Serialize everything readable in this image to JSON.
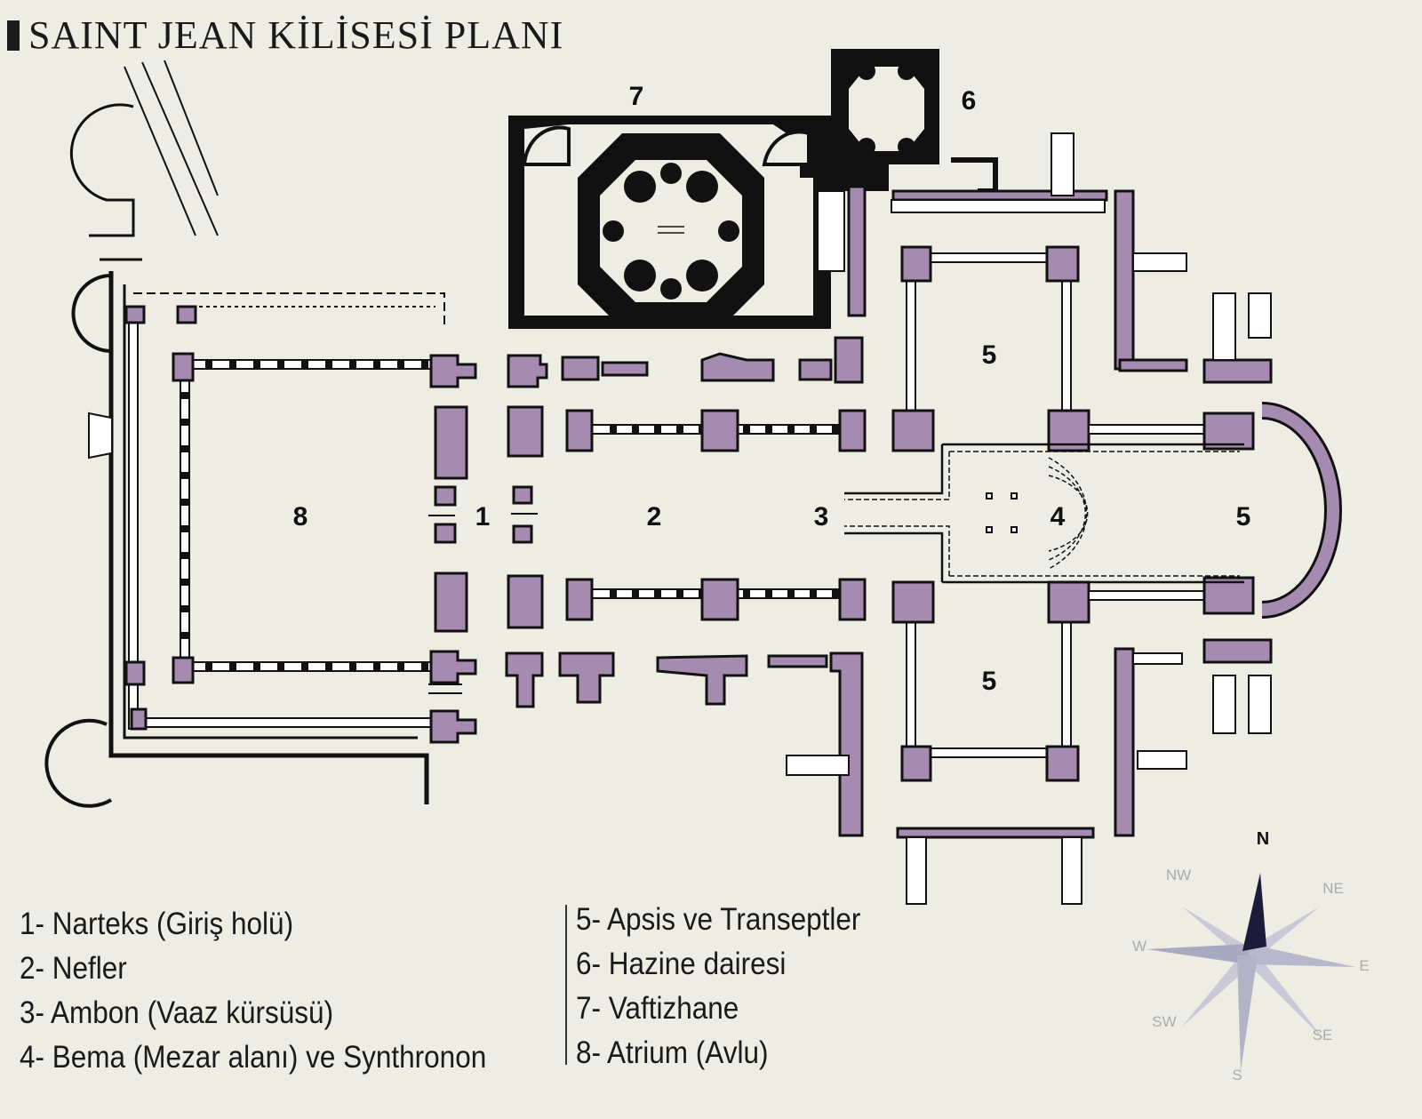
{
  "title": "SAINT JEAN KİLİSESİ PLANI",
  "plan_labels": {
    "narthex": "1",
    "naves": "2",
    "ambon": "3",
    "bema": "4",
    "apse": "5",
    "transept_north": "5",
    "transept_south": "5",
    "treasury": "6",
    "baptistery": "7",
    "atrium": "8"
  },
  "legend": {
    "left": [
      "1- Narteks (Giriş holü)",
      "2- Nefler",
      "3- Ambon (Vaaz kürsüsü)",
      "4- Bema (Mezar alanı) ve Synthronon"
    ],
    "right": [
      "5- Apsis ve Transeptler",
      "6- Hazine dairesi",
      "7- Vaftizhane",
      "8- Atrium (Avlu)"
    ]
  },
  "compass": {
    "n": "N",
    "ne": "NE",
    "e": "E",
    "se": "SE",
    "s": "S",
    "sw": "SW",
    "w": "W",
    "nw": "NW"
  },
  "colors": {
    "wall_fill": "#a58bb0",
    "background": "#eeede3",
    "outline": "#111111"
  }
}
